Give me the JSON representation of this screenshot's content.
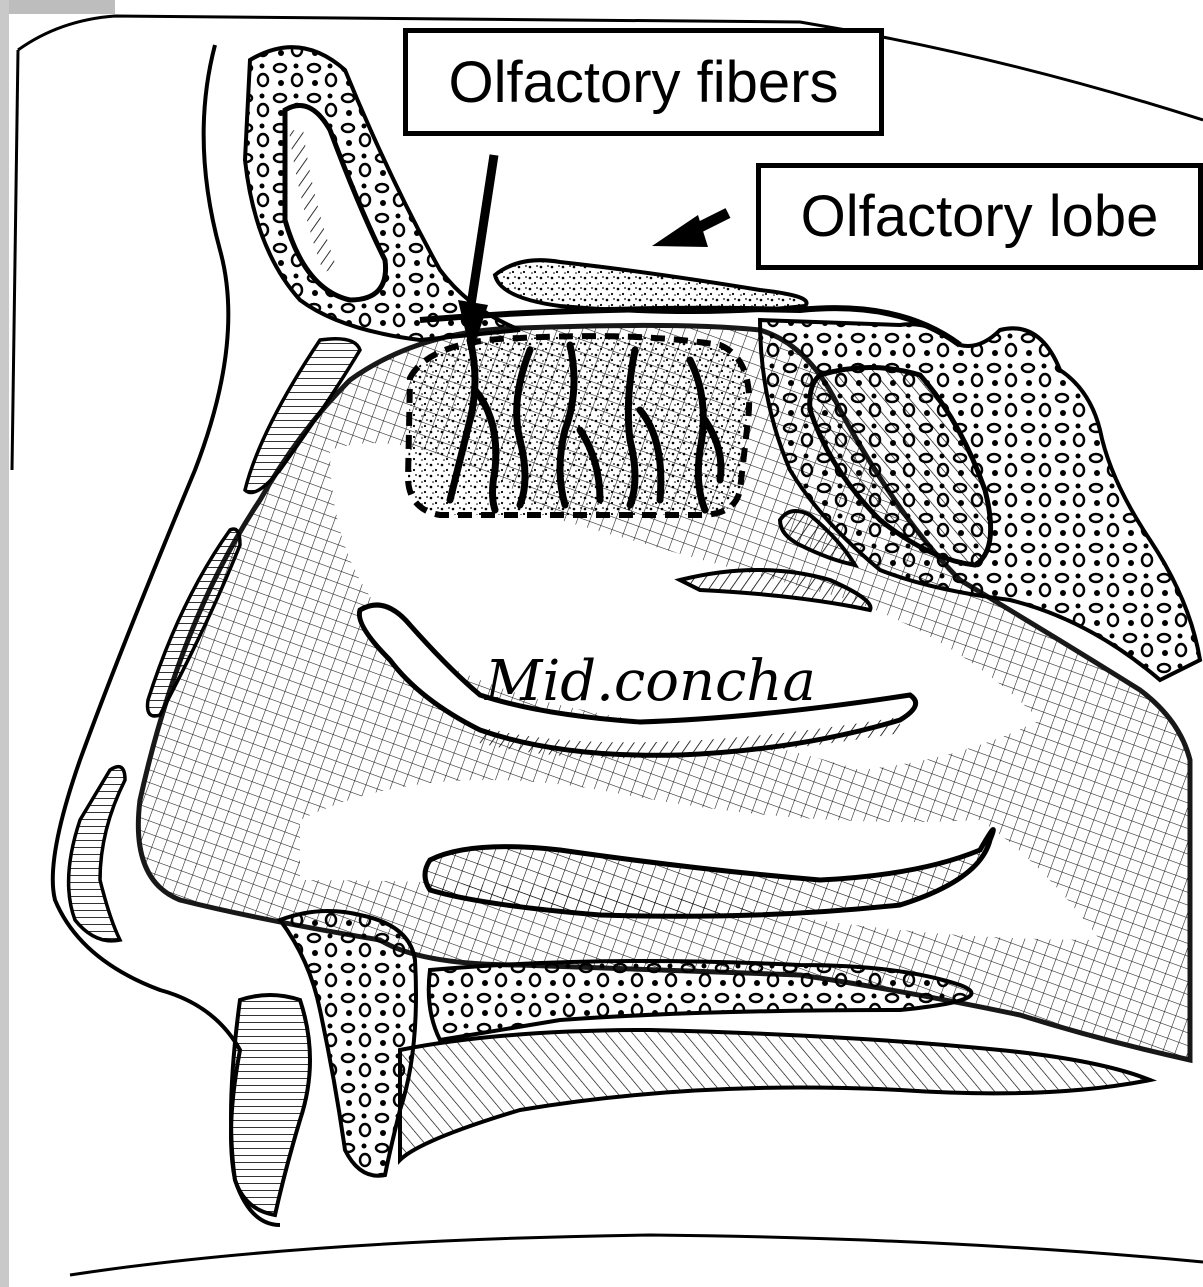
{
  "labels": {
    "olfactory_fibers": "Olfactory fibers",
    "olfactory_lobe": "Olfactory lobe",
    "mid_concha": "Mid.concha"
  },
  "colors": {
    "ink": "#000000",
    "paper": "#ffffff",
    "scan_edge": "#bdbdbd"
  }
}
